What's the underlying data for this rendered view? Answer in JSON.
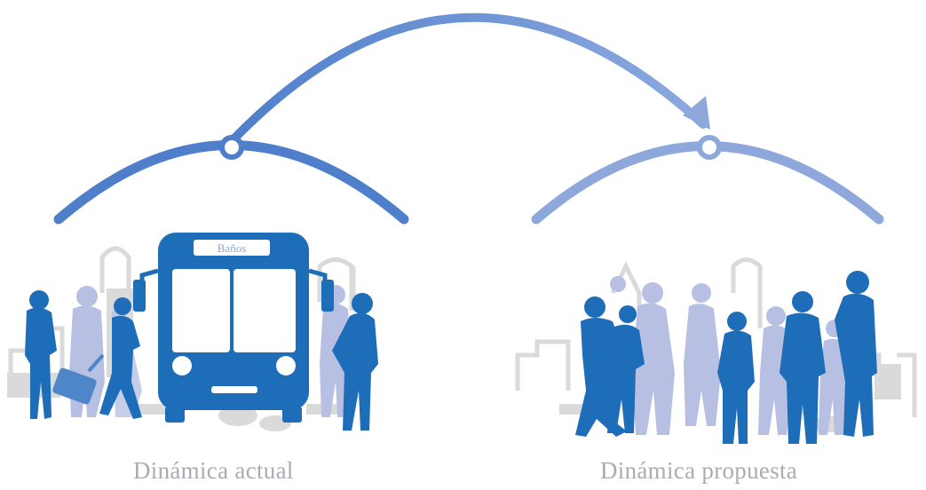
{
  "bus": {
    "destination_sign": "Baños"
  },
  "captions": {
    "current": "Dinámica actual",
    "proposed": "Dinámica propuesta"
  },
  "colors": {
    "arc_dark": "#4f7fcb",
    "arc_light": "#8ea8dc",
    "silhouette_blue": "#1d6db8",
    "silhouette_light": "#b7c0e2",
    "background_gray": "#dcdcdc",
    "caption_gray": "#a9acb3"
  },
  "icons": [
    "bus-icon",
    "person-silhouette-icon",
    "luggage-icon",
    "city-skyline-icon",
    "arrow-icon"
  ]
}
